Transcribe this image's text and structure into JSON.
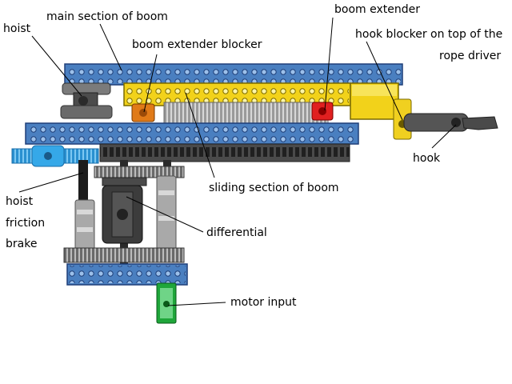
{
  "labels": {
    "hoist": "hoist",
    "main_section": "main section of boom",
    "boom_extender": "boom extender",
    "hook_blocker_line1": "hook blocker on top of the",
    "hook_blocker_line2": "rope driver",
    "boom_extender_blocker": "boom extender blocker",
    "hook": "hook",
    "sliding_section": "sliding section of boom",
    "hoist_friction_brake_line1": "hoist",
    "hoist_friction_brake_line2": "friction",
    "hoist_friction_brake_line3": "brake",
    "differential": "differential",
    "motor_input": "motor input"
  },
  "colors": {
    "beam_blue": "#4a7fc0",
    "beam_yellow": "#f2d21a",
    "gear_cyan": "#35a8e8",
    "part_gray": "#8a8a8a",
    "part_dark": "#3c3c3c",
    "part_green": "#1fa63a",
    "part_red": "#e02020",
    "part_orange": "#e07a18"
  }
}
